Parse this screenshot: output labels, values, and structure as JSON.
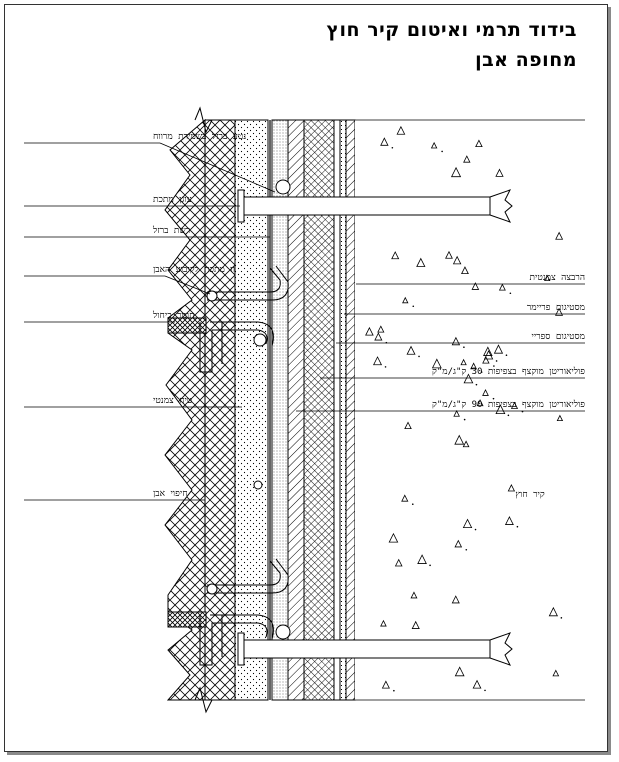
{
  "title": {
    "line1": "בידוד תרמי ואיטום קיר חוץ",
    "line2": "מחופה אבן"
  },
  "left_labels": [
    {
      "key": "stainless_mesh",
      "text": "נטע ברזל בשמירת מרווח"
    },
    {
      "key": "metal_anchor",
      "text": "עוגן מתכת"
    },
    {
      "key": "steel_mesh",
      "text": "רשת ברזל"
    },
    {
      "key": "metal_hook",
      "text": "וו מתכת לקיבוע האבן"
    },
    {
      "key": "bonding_material",
      "text": "חומר כיחול"
    },
    {
      "key": "cement_mortar",
      "text": "טיח צמנטי"
    },
    {
      "key": "stone_cladding",
      "text": "חיפוי אבן"
    }
  ],
  "right_labels": [
    {
      "key": "cement_coating",
      "text": "הרבצה צמנטית"
    },
    {
      "key": "bitumen_primer",
      "text": "מסטיגום פריימר"
    },
    {
      "key": "bitumen_spray",
      "text": "מסטיגום ספריי"
    },
    {
      "key": "poly_30",
      "text": "פוליאוריטן מוקצף בצפיפות 30 ק\"ג/מ\"ק"
    },
    {
      "key": "poly_90",
      "text": "פוליאוריטן מוקצף בצפיפות 90 ק\"ג/מ\"ק"
    }
  ],
  "wall_label": "קיר חוץ"
}
